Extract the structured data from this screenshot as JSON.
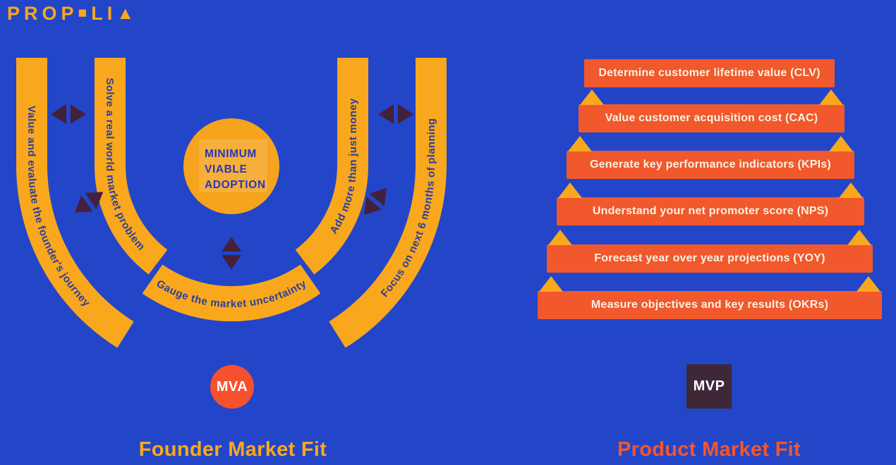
{
  "brand": {
    "name": "PROPELIA",
    "part1": "PROP",
    "e_glyph": "■",
    "part2": "LI",
    "a_glyph": "▲"
  },
  "left_panel": {
    "center_circle": {
      "lines": [
        "MINIMUM",
        "VIABLE",
        "ADOPTION"
      ]
    },
    "arcs": {
      "outer_left": "Value and evaluate the founder's journey",
      "inner_left": "Solve a real world market problem",
      "bottom": "Gauge the market uncertainty",
      "inner_right": "Add more than just money",
      "outer_right": "Focus on next 6 months of planning"
    },
    "badge": "MVA",
    "title": "Founder Market Fit"
  },
  "right_panel": {
    "steps": [
      "Determine customer lifetime value (CLV)",
      "Value customer acquisition cost (CAC)",
      "Generate key performance indicators (KPIs)",
      "Understand your net promoter score (NPS)",
      "Forecast year over year projections (YOY)",
      "Measure objectives and key results (OKRs)"
    ],
    "badge": "MVP",
    "title": "Product Market Fit"
  },
  "colors": {
    "background": "#2346C8",
    "arc_yellow": "#F9A81D",
    "step_orange": "#F1582B",
    "mva_badge": "#F6512E",
    "mvp_badge": "#3E2838",
    "arrow_plum": "#44203A",
    "arc_text": "#2B3F9E",
    "step_text": "#FCF1E3",
    "hub_text": "#2438BC",
    "title_left": "#F9A81D",
    "title_right": "#F4562D"
  }
}
